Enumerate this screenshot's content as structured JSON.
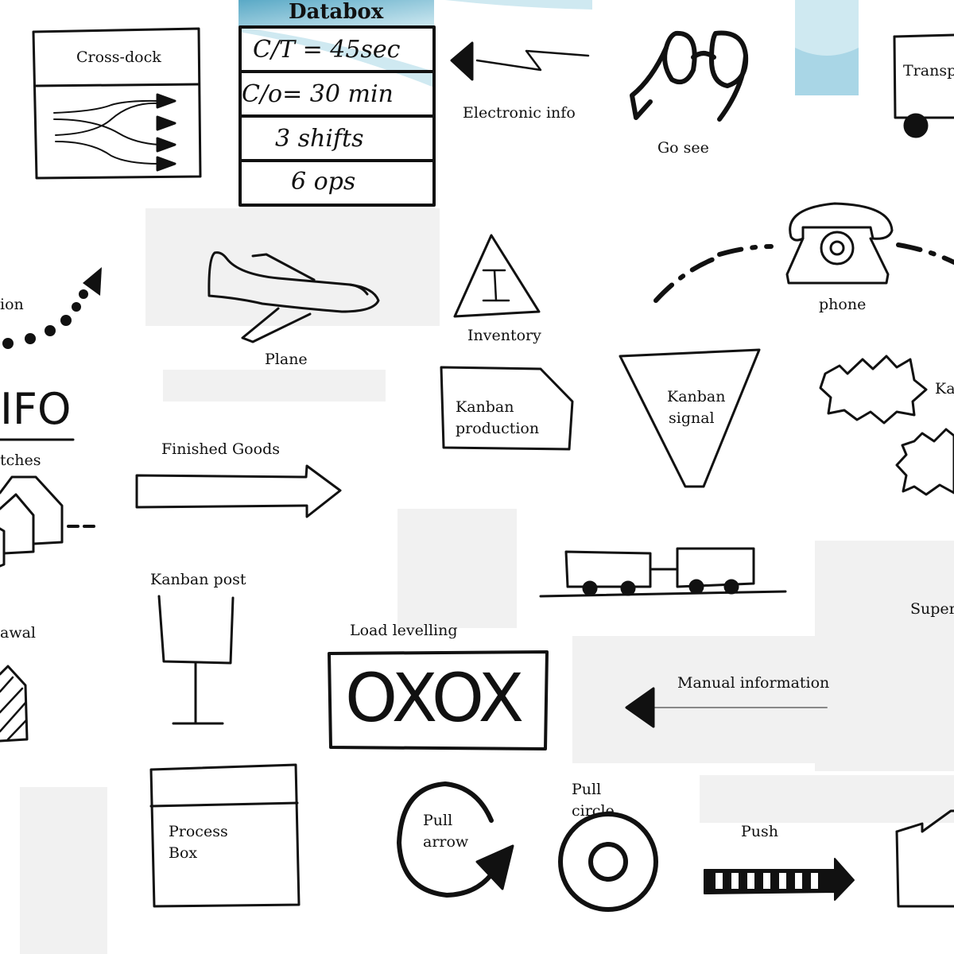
{
  "databox": {
    "title": "Databox",
    "rows": [
      "C/T = 45sec",
      "C/o= 30 min",
      "3 shifts",
      "6 ops"
    ]
  },
  "labels": {
    "cross_dock": "Cross-dock",
    "electronic_info": "Electronic info",
    "go_see": "Go see",
    "transport": "Transp",
    "production_control": "ion",
    "plane": "Plane",
    "inventory": "Inventory",
    "inventory_letter": "I",
    "phone": "phone",
    "fifo": "IFO",
    "batches": "tches",
    "finished_goods": "Finished Goods",
    "kanban_production_1": "Kanban",
    "kanban_production_2": "production",
    "kanban_signal_1": "Kanban",
    "kanban_signal_2": "signal",
    "kaizen": "Ka",
    "kanban_post": "Kanban post",
    "withdrawal": "awal",
    "load_levelling": "Load levelling",
    "load_levelling_box": "OXOX",
    "supermarket": "Super",
    "manual_information": "Manual information",
    "process_box_1": "Process",
    "process_box_2": "Box",
    "pull_arrow_1": "Pull",
    "pull_arrow_2": "arrow",
    "pull_circle_1": "Pull",
    "pull_circle_2": "circle",
    "push": "Push"
  },
  "colors": {
    "ink": "#111111",
    "banner_light": "#cfe9f1",
    "banner_dark": "#5aa9c6",
    "patch": "#f1f1f1"
  }
}
